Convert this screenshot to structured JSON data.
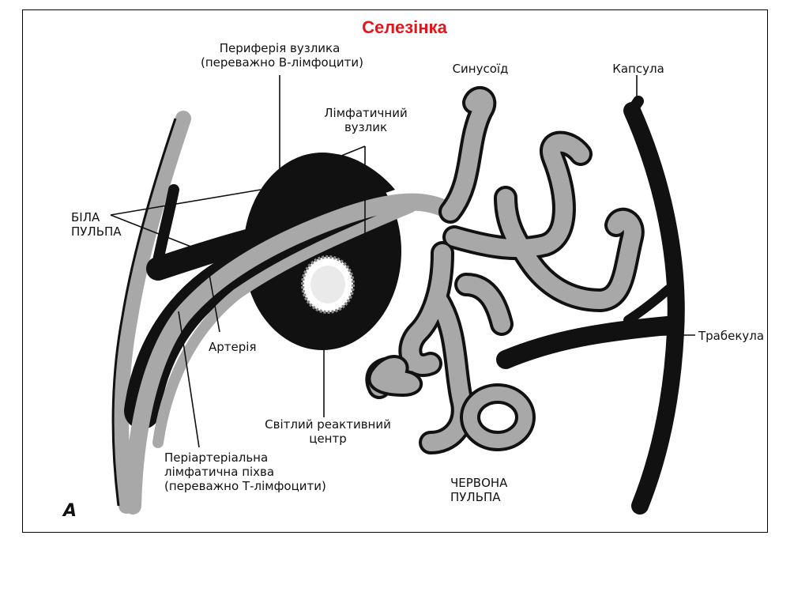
{
  "title": "Селезінка",
  "panel_letter": "А",
  "labels": {
    "nodule_periphery_1": "Периферія вузлика",
    "nodule_periphery_2": "(переважно В-лімфоцити)",
    "sinusoid": "Синусоїд",
    "capsule": "Капсула",
    "lymph_nodule_1": "Лімфатичний",
    "lymph_nodule_2": "вузлик",
    "white_pulp_1": "БІЛА",
    "white_pulp_2": "ПУЛЬПА",
    "artery": "Артерія",
    "trabecula": "Трабекула",
    "germinal_center_1": "Світлий реактивний",
    "germinal_center_2": "центр",
    "pals_1": "Періартеріальна",
    "pals_2": "лімфатична піхва",
    "pals_3": "(переважно Т-лімфоцити)",
    "red_pulp_1": "ЧЕРВОНА",
    "red_pulp_2": "ПУЛЬПА"
  },
  "colors": {
    "title": "#e8141a",
    "dark": "#111111",
    "gray": "#a8a8a8"
  }
}
